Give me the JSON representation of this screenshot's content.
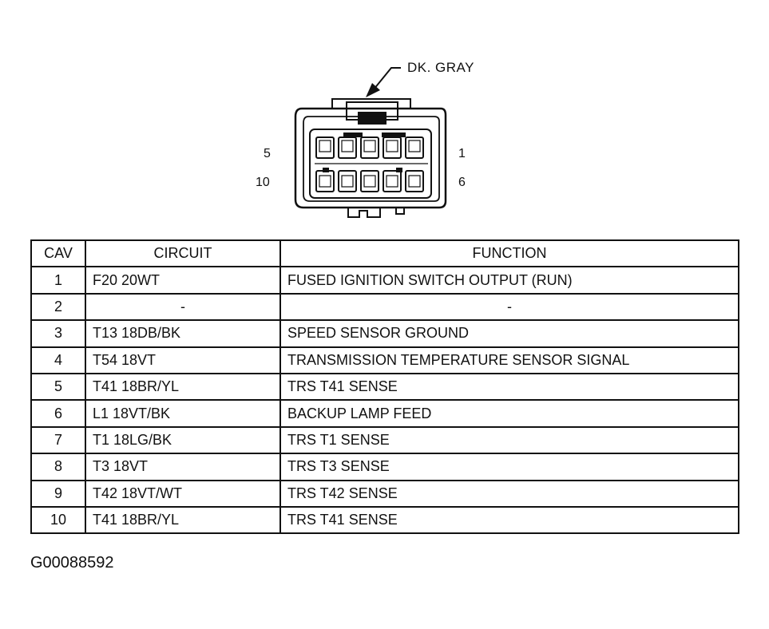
{
  "connector": {
    "color_callout": "DK. GRAY",
    "pin_labels": {
      "top_left": "5",
      "top_right": "1",
      "bottom_left": "10",
      "bottom_right": "6"
    }
  },
  "table": {
    "headers": {
      "cav": "CAV",
      "circuit": "CIRCUIT",
      "function": "FUNCTION"
    },
    "rows": [
      {
        "cav": "1",
        "circuit": "F20 20WT",
        "function": "FUSED IGNITION SWITCH OUTPUT (RUN)"
      },
      {
        "cav": "2",
        "circuit": "-",
        "function": "-"
      },
      {
        "cav": "3",
        "circuit": "T13 18DB/BK",
        "function": "SPEED SENSOR GROUND"
      },
      {
        "cav": "4",
        "circuit": "T54 18VT",
        "function": "TRANSMISSION TEMPERATURE SENSOR SIGNAL"
      },
      {
        "cav": "5",
        "circuit": "T41 18BR/YL",
        "function": "TRS T41 SENSE"
      },
      {
        "cav": "6",
        "circuit": "L1 18VT/BK",
        "function": "BACKUP LAMP FEED"
      },
      {
        "cav": "7",
        "circuit": "T1 18LG/BK",
        "function": "TRS T1 SENSE"
      },
      {
        "cav": "8",
        "circuit": "T3 18VT",
        "function": "TRS T3 SENSE"
      },
      {
        "cav": "9",
        "circuit": "T42 18VT/WT",
        "function": "TRS T42 SENSE"
      },
      {
        "cav": "10",
        "circuit": "T41 18BR/YL",
        "function": "TRS T41 SENSE"
      }
    ]
  },
  "figure_id": "G00088592"
}
